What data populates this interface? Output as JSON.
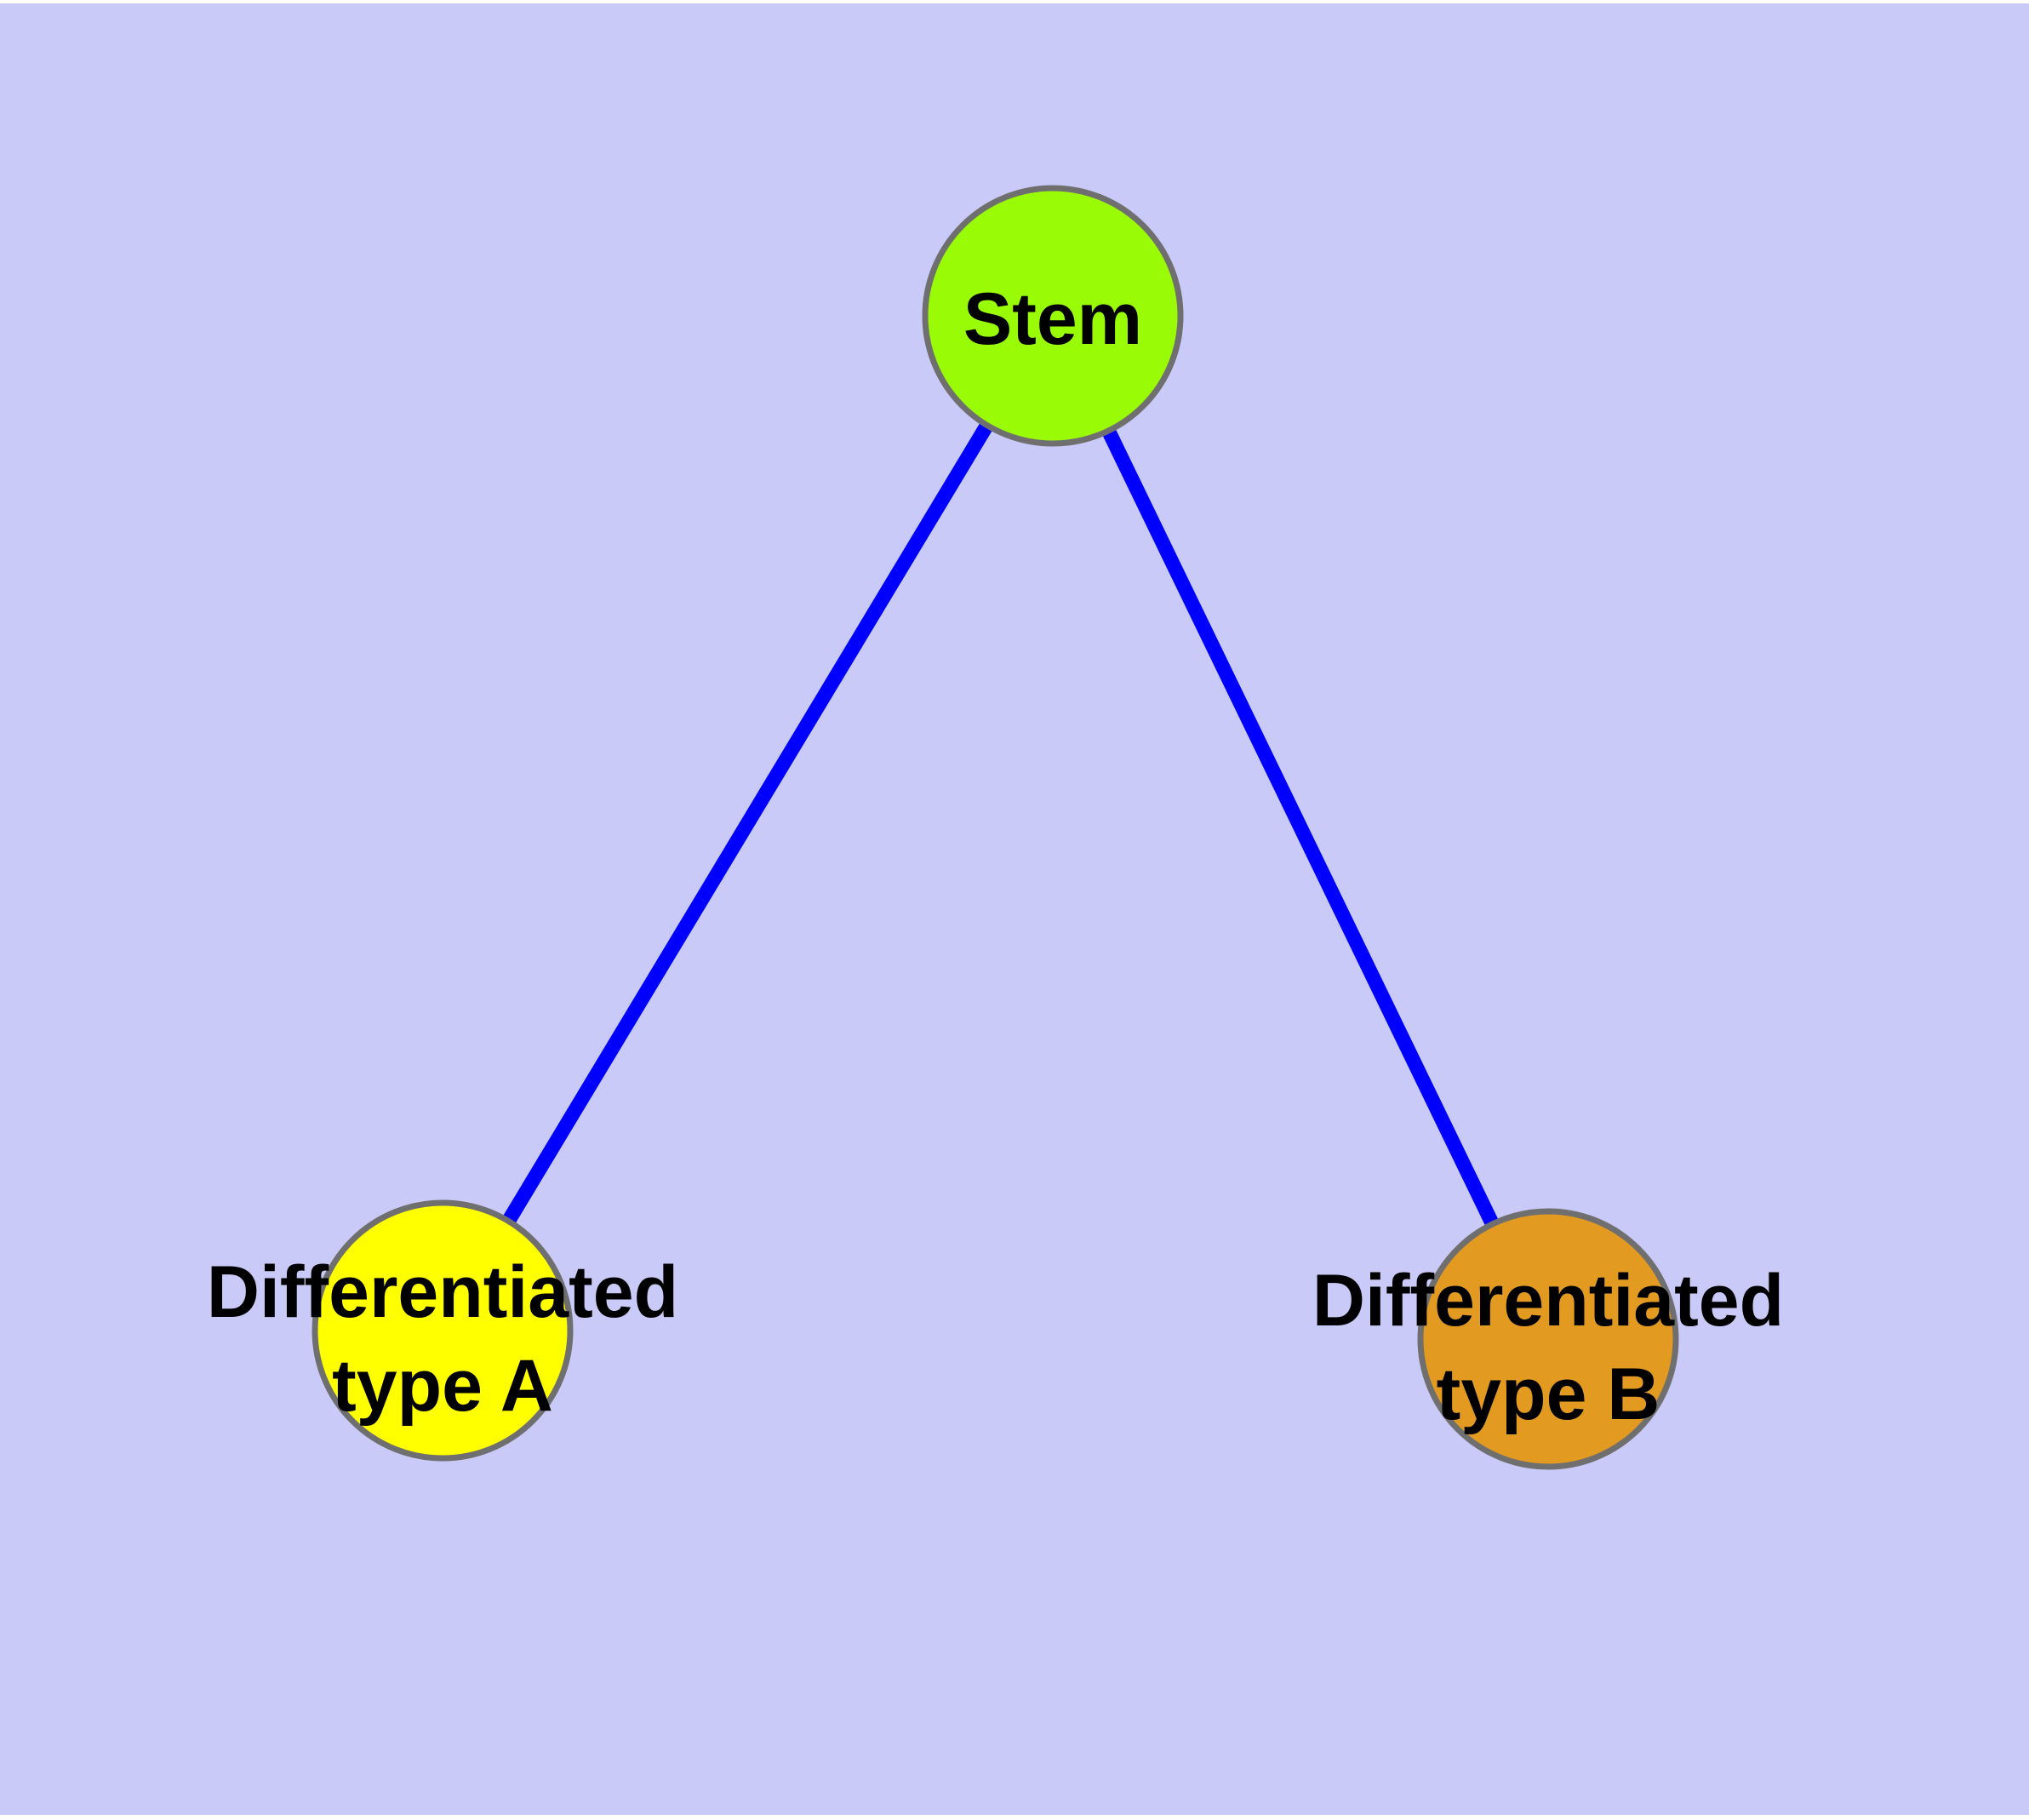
{
  "diagram": {
    "type": "graph",
    "canvas": {
      "background_color": "#CACAF8",
      "frame_color": "#FFFFFF"
    },
    "style": {
      "edge_color": "#0000FF",
      "node_border_color": "#6F6F6F",
      "label_color": "#000000"
    },
    "nodes": [
      {
        "id": "stem",
        "label": "Stem",
        "label_lines": [
          "Stem"
        ],
        "color": "#9AFB06"
      },
      {
        "id": "differentiated-type-a",
        "label": "Differentiated type A",
        "label_lines": [
          "Differentiated",
          "type A"
        ],
        "color": "#FFFF00"
      },
      {
        "id": "differentiated-type-b",
        "label": "Differentiated type B",
        "label_lines": [
          "Differentiated",
          "type B"
        ],
        "color": "#E29A20"
      }
    ],
    "edges": [
      {
        "from": "stem",
        "to": "differentiated-type-a"
      },
      {
        "from": "stem",
        "to": "differentiated-type-b"
      }
    ]
  }
}
